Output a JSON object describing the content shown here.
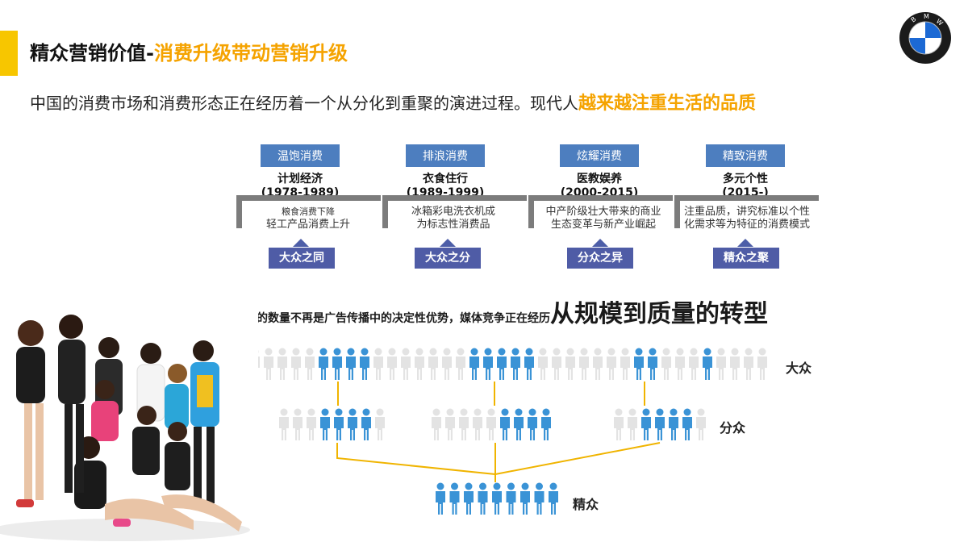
{
  "header": {
    "title_main": "精众营销价值-",
    "title_highlight": "消费升级带动营销升级",
    "subtitle_main": "中国的消费市场和消费形态正在经历着一个从分化到重聚的演进过程。现代人",
    "subtitle_highlight": "越来越注重生活的品质",
    "logo_label": "BMW"
  },
  "stages": [
    {
      "tag": "温饱消费",
      "name": "计划经济",
      "years": "(1978-1989)",
      "desc_line1": "粮食消费下降",
      "desc_line2": "轻工产品消费上升",
      "pill": "大众之同"
    },
    {
      "tag": "排浪消费",
      "name": "衣食住行",
      "years": "(1989-1999)",
      "desc_line1": "冰箱彩电洗衣机成",
      "desc_line2": "为标志性消费品",
      "pill": "大众之分"
    },
    {
      "tag": "炫耀消费",
      "name": "医教娱养",
      "years": "(2000-2015)",
      "desc_line1": "中产阶级壮大带来的商业",
      "desc_line2": "生态变革与新产业崛起",
      "pill": "分众之异"
    },
    {
      "tag": "精致消费",
      "name": "多元个性",
      "years": "(2015-)",
      "desc_line1": "注重品质，讲究标准以个性",
      "desc_line2": "化需求等为特征的消费模式",
      "pill": "精众之聚"
    }
  ],
  "statement": {
    "small": "受众的数量不再是广告传播中的决定性优势，媒体竞争正在经历",
    "big": "从规模到质量的转型"
  },
  "rows": {
    "mass": "大众",
    "segment": "分众",
    "elite": "精众"
  },
  "colors": {
    "accent": "#f7c600",
    "highlight": "#f5a300",
    "tag_blue": "#4d7ebf",
    "pill_blue": "#4f5ca6",
    "person_blue": "#3a93d6",
    "person_grey": "#e3e3e3",
    "connector": "#f0b400"
  }
}
